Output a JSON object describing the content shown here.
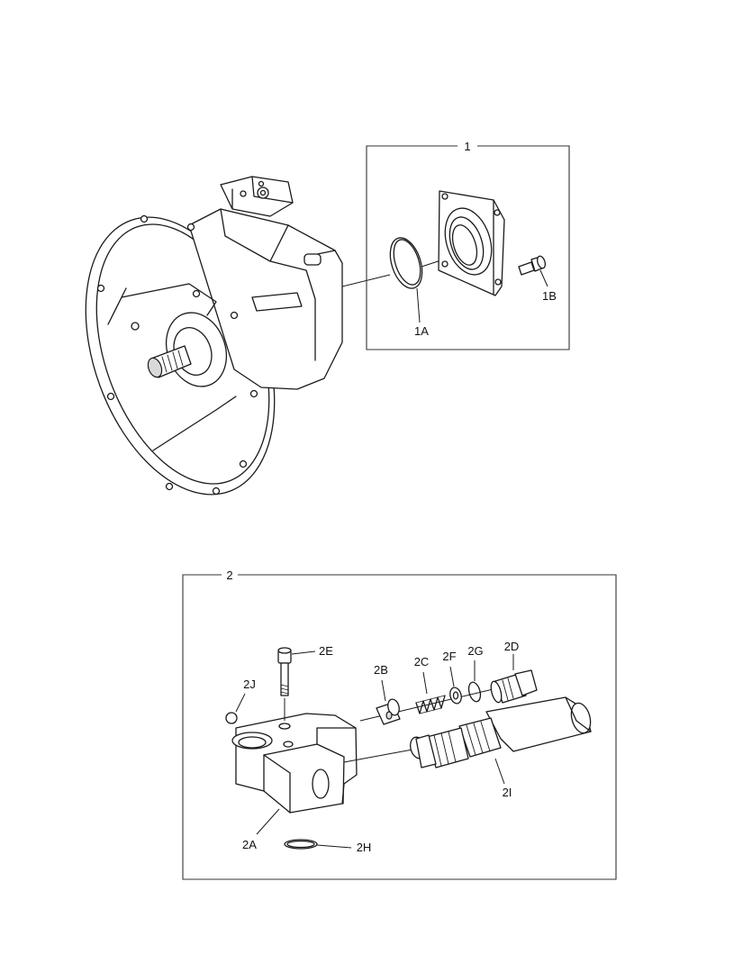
{
  "diagram": {
    "group1": {
      "label": "1",
      "parts": [
        "1A",
        "1B"
      ]
    },
    "group2": {
      "label": "2",
      "parts": [
        "2A",
        "2B",
        "2C",
        "2D",
        "2E",
        "2F",
        "2G",
        "2H",
        "2I",
        "2J"
      ]
    }
  }
}
